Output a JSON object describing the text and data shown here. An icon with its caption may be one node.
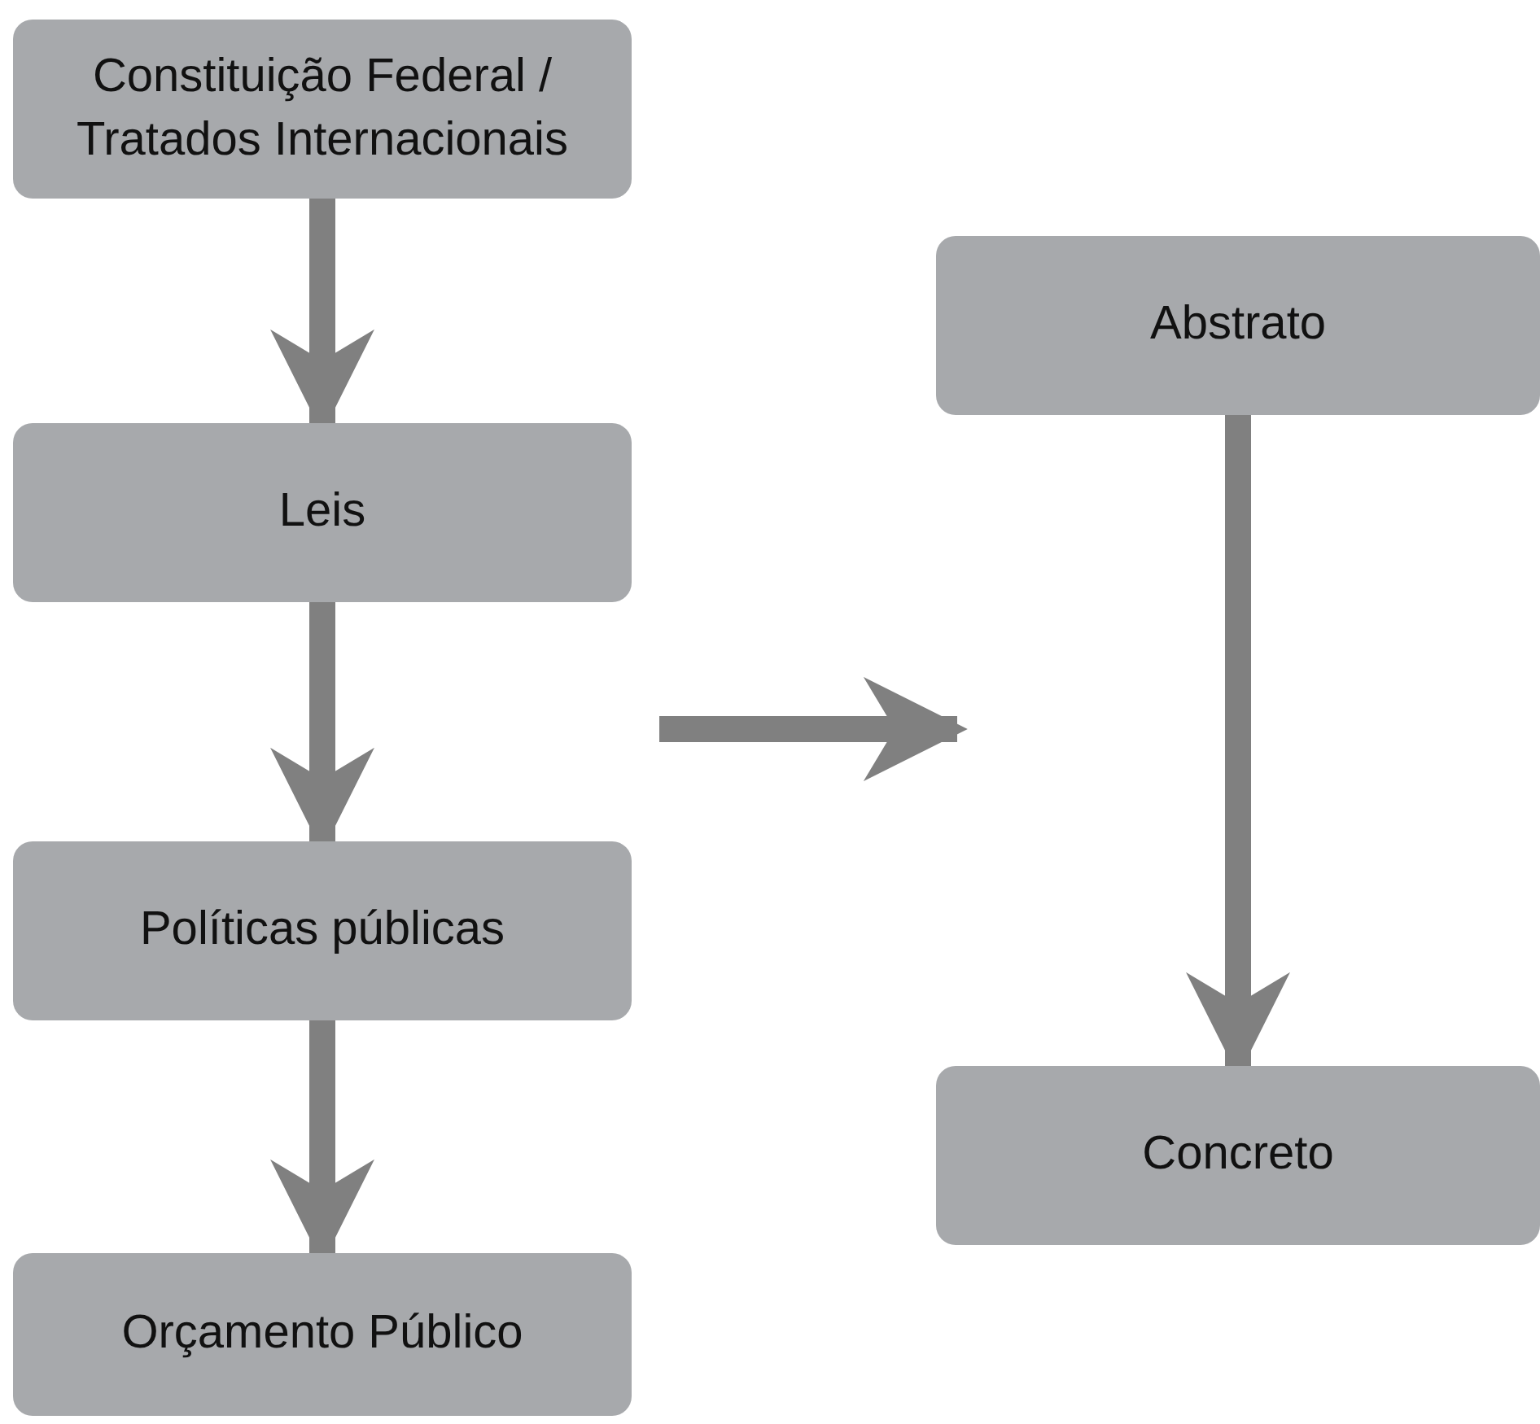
{
  "diagram": {
    "nodes": [
      {
        "text": [
          "Constituição Federal / Tratados Internacionais"
        ]
      },
      {
        "text": [
          "Leis"
        ]
      },
      {
        "text": [
          "Políticas públicas"
        ]
      },
      {
        "text": [
          "Orçamento Público"
        ]
      },
      {
        "text": [
          "Abstrato"
        ]
      },
      {
        "text": [
          "Concreto"
        ]
      }
    ],
    "edges": [
      {
        "from": 0,
        "to": 1,
        "arrow": "to"
      },
      {
        "from": 1,
        "to": 2,
        "arrow": "to"
      },
      {
        "from": 2,
        "to": 3,
        "arrow": "to"
      },
      {
        "from": 4,
        "to": 5,
        "arrow": "to"
      }
    ]
  }
}
